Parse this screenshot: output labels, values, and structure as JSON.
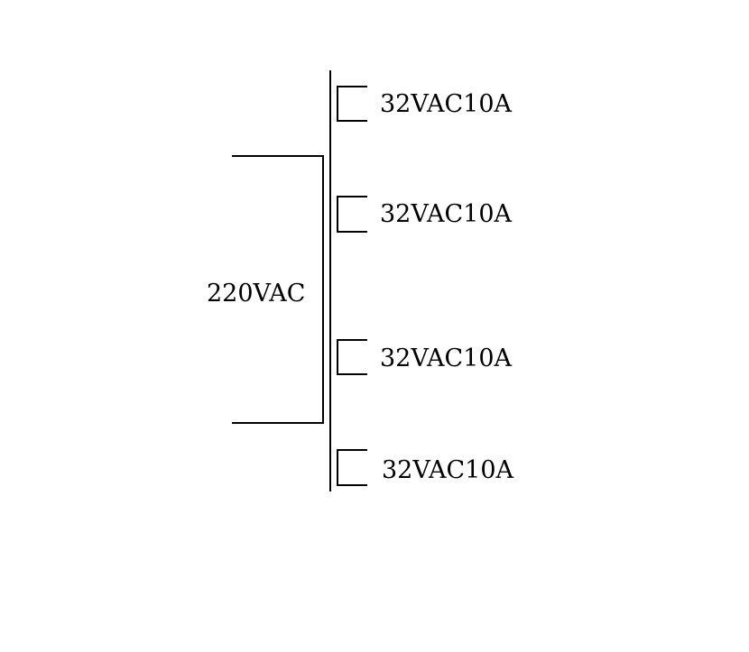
{
  "primary": {
    "label": "220VAC"
  },
  "secondaries": [
    {
      "label": "32VAC10A"
    },
    {
      "label": "32VAC10A"
    },
    {
      "label": "32VAC10A"
    },
    {
      "label": "32VAC10A"
    }
  ]
}
